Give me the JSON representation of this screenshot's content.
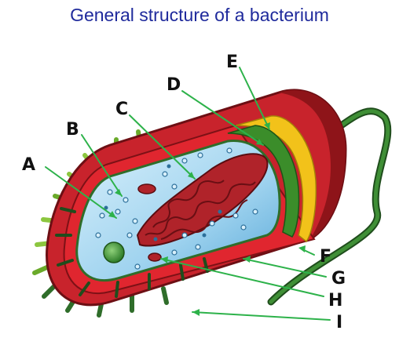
{
  "title": "General structure of a bacterium",
  "labels": [
    "A",
    "B",
    "C",
    "D",
    "E",
    "F",
    "G",
    "H",
    "I"
  ],
  "colors": {
    "title": "#1f2a9c",
    "capsule": "#c8232c",
    "cell_wall": "#f2c21a",
    "membrane_green": "#3b8d2a",
    "cytoplasm": "#9fd3ef",
    "nucleoid": "#b0232a",
    "flagellum": "#2f6d2a",
    "pilus": "#8cc63f",
    "arrow": "#2db24a"
  }
}
